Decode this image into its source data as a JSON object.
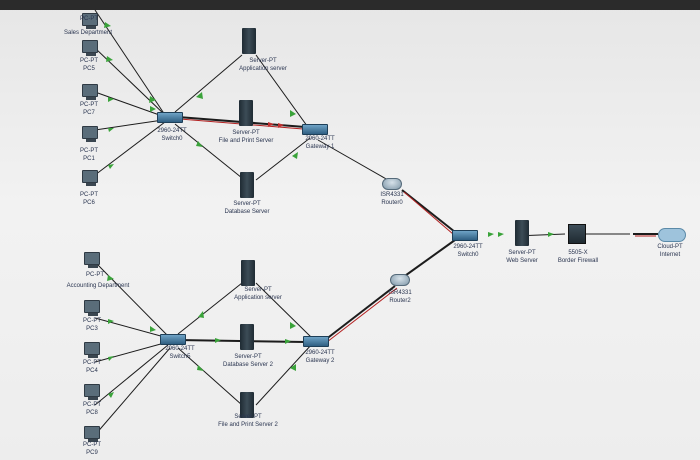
{
  "labels": {
    "pc_sales": "PC-PT",
    "sales_department": "Sales Department",
    "pc5_type": "PC-PT",
    "pc5_name": "PC5",
    "pc7_type": "PC-PT",
    "pc7_name": "PC7",
    "pc1_type": "PC-PT",
    "pc1_name": "PC1",
    "pc6_type": "PC-PT",
    "pc6_name": "PC6",
    "switch0_model": "2960-24TT",
    "switch0_name": "Switch0",
    "server_app1_type": "Server-PT",
    "server_app1_name": "Application server",
    "server_file1_type": "Server-PT",
    "server_file1_name": "File and Print Server",
    "server_db1_type": "Server-PT",
    "server_db1_name": "Database Server",
    "gw1_model": "2960-24TT",
    "gw1_name": "Gateway 1",
    "router0_model": "ISR4331",
    "router0_name": "Router0",
    "core_switch_model": "2960-24TT",
    "core_switch_name": "Switch0",
    "web_server_type": "Server-PT",
    "web_server_name": "Web Server",
    "firewall_model": "5505-X",
    "firewall_name": "Border Firewall",
    "cloud_type": "Cloud-PT",
    "cloud_name": "Internet",
    "pc_acc": "PC-PT",
    "accounting_department": "Accounting Department",
    "pc3_type": "PC-PT",
    "pc3_name": "PC3",
    "pc4_type": "PC-PT",
    "pc4_name": "PC4",
    "pc8_type": "PC-PT",
    "pc8_name": "PC8",
    "pc9_type": "PC-PT",
    "pc9_name": "PC9",
    "switch1_model": "2960-24TT",
    "switch1_name": "Switch5",
    "server_app2_type": "Server-PT",
    "server_app2_name": "Application server",
    "server_db2_type": "Server-PT",
    "server_db2_name": "Database Server 2",
    "server_file2_type": "Server-PT",
    "server_file2_name": "File and Print Server 2",
    "gw2_model": "2960-24TT",
    "gw2_name": "Gateway 2",
    "router2_model": "ISR4331",
    "router2_name": "Router2"
  },
  "colors": {
    "copper_link": "#1c1c1c",
    "fiber_link": "#b32020",
    "link_up_arrow": "#3aa33a",
    "link_down_arrow": "#c03030"
  },
  "icons": [
    "pc-icon",
    "server-icon",
    "switch-icon",
    "router-icon",
    "firewall-icon",
    "cloud-icon",
    "mouse-cursor-icon"
  ]
}
